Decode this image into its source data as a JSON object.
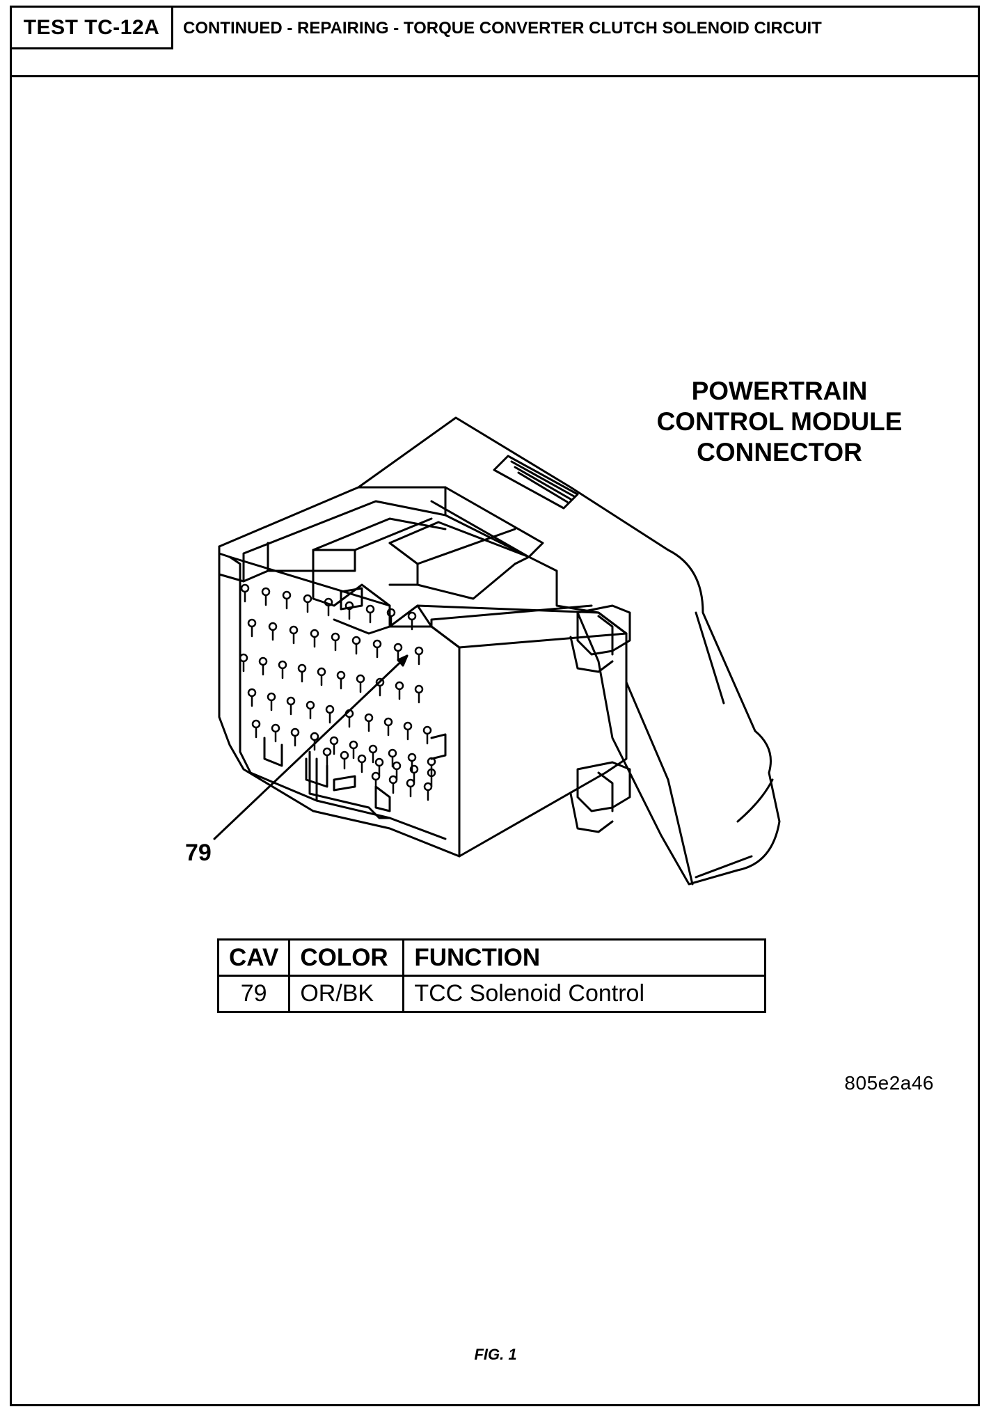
{
  "header": {
    "test_id": "TEST TC-12A",
    "title": "CONTINUED - REPAIRING - TORQUE CONVERTER CLUTCH SOLENOID CIRCUIT"
  },
  "component": {
    "title_lines": [
      "POWERTRAIN",
      "CONTROL MODULE",
      "CONNECTOR"
    ]
  },
  "callout": {
    "label": "79"
  },
  "pin_table": {
    "headers": [
      "CAV",
      "COLOR",
      "FUNCTION"
    ],
    "rows": [
      {
        "cav": "79",
        "color": "OR/BK",
        "function": "TCC Solenoid Control"
      }
    ]
  },
  "figure": {
    "code": "805e2a46",
    "caption": "FIG. 1"
  }
}
